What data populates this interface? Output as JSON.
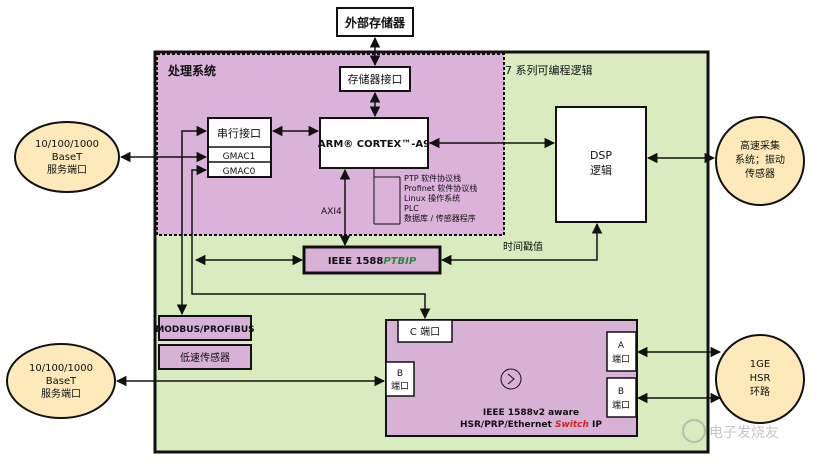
{
  "colors": {
    "fpga_fill": "#d9ecc0",
    "ps_fill": "#dbb3da",
    "block_fill": "#d8b1d6",
    "port_fill": "#fde9b9",
    "line": "#111111",
    "accent_green": "#2a8a3a",
    "accent_red": "#d11f26"
  },
  "external_memory": {
    "label": "外部存储器"
  },
  "programmable_logic": {
    "label": "7 系列可编程逻辑"
  },
  "processing_system": {
    "label": "处理系统"
  },
  "memory_interface": {
    "label": "存储器接口"
  },
  "serial_interface": {
    "label": "串行接口",
    "gmac1": "GMAC1",
    "gmac0": "GMAC0"
  },
  "arm": {
    "label": "ARM® CORTEX™-A9",
    "software": [
      "PTP 软件协议栈",
      "Profinet 软件协议栈",
      "Linux 操作系统",
      "PLC",
      "数据库 / 传感器程序"
    ]
  },
  "axi": {
    "label": "AXI4"
  },
  "dsp": {
    "label_line1": "DSP",
    "label_line2": "逻辑"
  },
  "ieee1588": {
    "prefix": "IEEE 1588",
    "suffix": "PTBIP"
  },
  "timestamp": {
    "label": "时间戳值"
  },
  "modbus": {
    "label": "MODBUS/PROFIBUS"
  },
  "low_speed_sensor": {
    "label": "低速传感器"
  },
  "switch_block": {
    "port_c": "C 端口",
    "port_b_line1": "B",
    "port_b_line2": "端口",
    "port_a_line1": "A",
    "port_a_line2": "端口",
    "port_b2_line1": "B",
    "port_b2_line2": "端口",
    "title_line1": "IEEE 1588v2 aware",
    "title_line2_prefix": "HSR/PRP/Ethernet ",
    "title_line2_switch": "Switch",
    "title_line2_suffix": " IP"
  },
  "ext_port_top": {
    "line1": "10/100/1000",
    "line2": "BaseT",
    "line3": "服务端口"
  },
  "ext_port_bottom": {
    "line1": "10/100/1000",
    "line2": "BaseT",
    "line3": "服务端口"
  },
  "high_speed_acq": {
    "line1": "高速采集",
    "line2": "系统；振动",
    "line3": "传感器"
  },
  "hsr_ring": {
    "line1": "1GE",
    "line2": "HSR",
    "line3": "环路"
  },
  "watermark": {
    "label": "电子发烧友"
  }
}
